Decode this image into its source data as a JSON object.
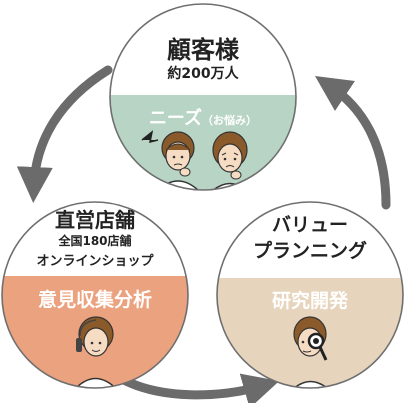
{
  "colors": {
    "outline": "#6f6f6f",
    "arrow": "#6b6b6b",
    "customer_band": "#b7d4c4",
    "store_band": "#eba27f",
    "planning_band": "#e6d5bc",
    "skin": "#f7dcc4",
    "hair": "#8b5a2b",
    "text": "#222222",
    "band_text": "#ffffff"
  },
  "customers": {
    "title": "顧客様",
    "subtitle": "約200万人",
    "band_label": "ニーズ",
    "band_label_small": "（お悩み）"
  },
  "stores": {
    "title": "直営店舗",
    "line1": "全国180店舗",
    "line2": "オンラインショップ",
    "band_label": "意見収集分析"
  },
  "planning": {
    "title_line1": "バリュー",
    "title_line2": "プランニング",
    "band_label": "研究開発"
  }
}
